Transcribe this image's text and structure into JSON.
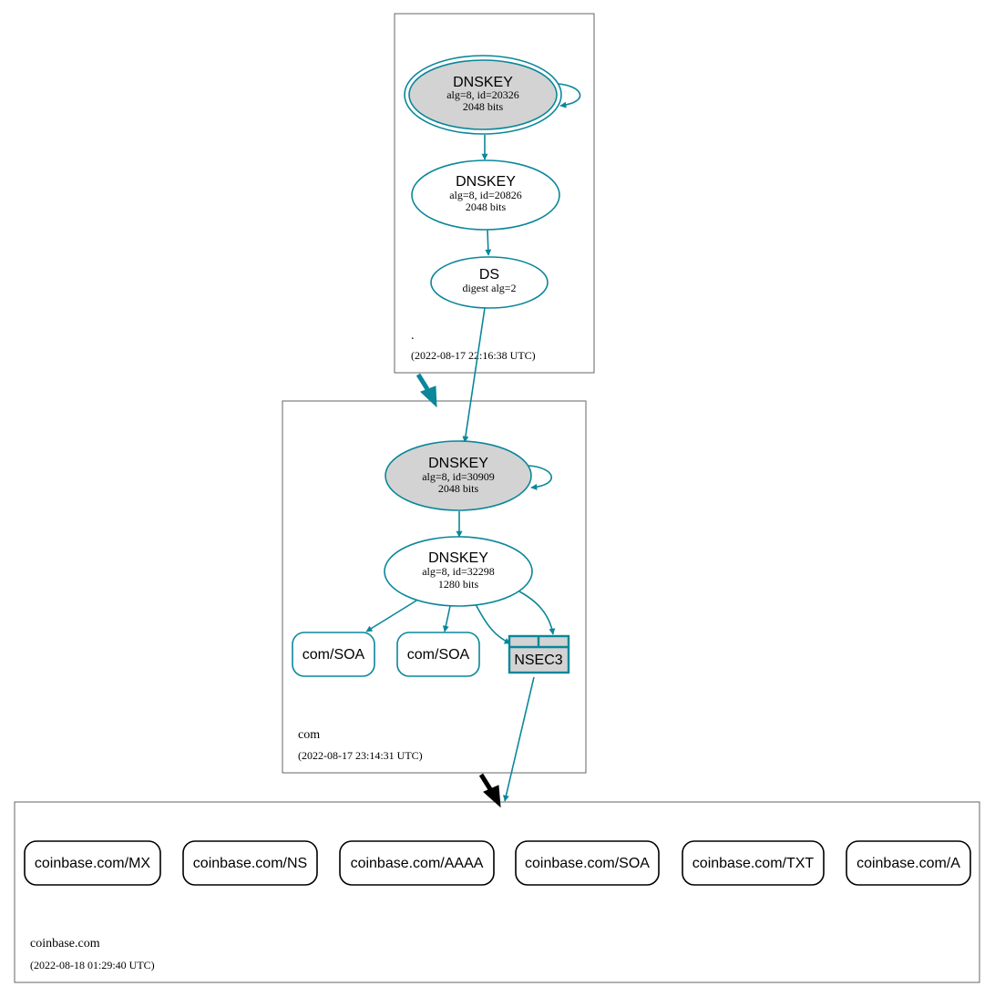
{
  "colors": {
    "edge": "#0a879a",
    "border": "#000000",
    "zone_border": "#666666",
    "fill_gray": "#d3d3d3",
    "delegation_black": "#000000"
  },
  "zones": {
    "root": {
      "name": ".",
      "timestamp": "(2022-08-17 22:16:38 UTC)"
    },
    "com": {
      "name": "com",
      "timestamp": "(2022-08-17 23:14:31 UTC)"
    },
    "coinbase": {
      "name": "coinbase.com",
      "timestamp": "(2022-08-18 01:29:40 UTC)"
    }
  },
  "nodes": {
    "root_ksk": {
      "title": "DNSKEY",
      "line1": "alg=8, id=20326",
      "line2": "2048 bits"
    },
    "root_zsk": {
      "title": "DNSKEY",
      "line1": "alg=8, id=20826",
      "line2": "2048 bits"
    },
    "root_ds": {
      "title": "DS",
      "line1": "digest alg=2"
    },
    "com_ksk": {
      "title": "DNSKEY",
      "line1": "alg=8, id=30909",
      "line2": "2048 bits"
    },
    "com_zsk": {
      "title": "DNSKEY",
      "line1": "alg=8, id=32298",
      "line2": "1280 bits"
    },
    "com_soa_1": {
      "label": "com/SOA"
    },
    "com_soa_2": {
      "label": "com/SOA"
    },
    "nsec3": {
      "label": "NSEC3"
    }
  },
  "records": [
    "coinbase.com/MX",
    "coinbase.com/NS",
    "coinbase.com/AAAA",
    "coinbase.com/SOA",
    "coinbase.com/TXT",
    "coinbase.com/A"
  ]
}
